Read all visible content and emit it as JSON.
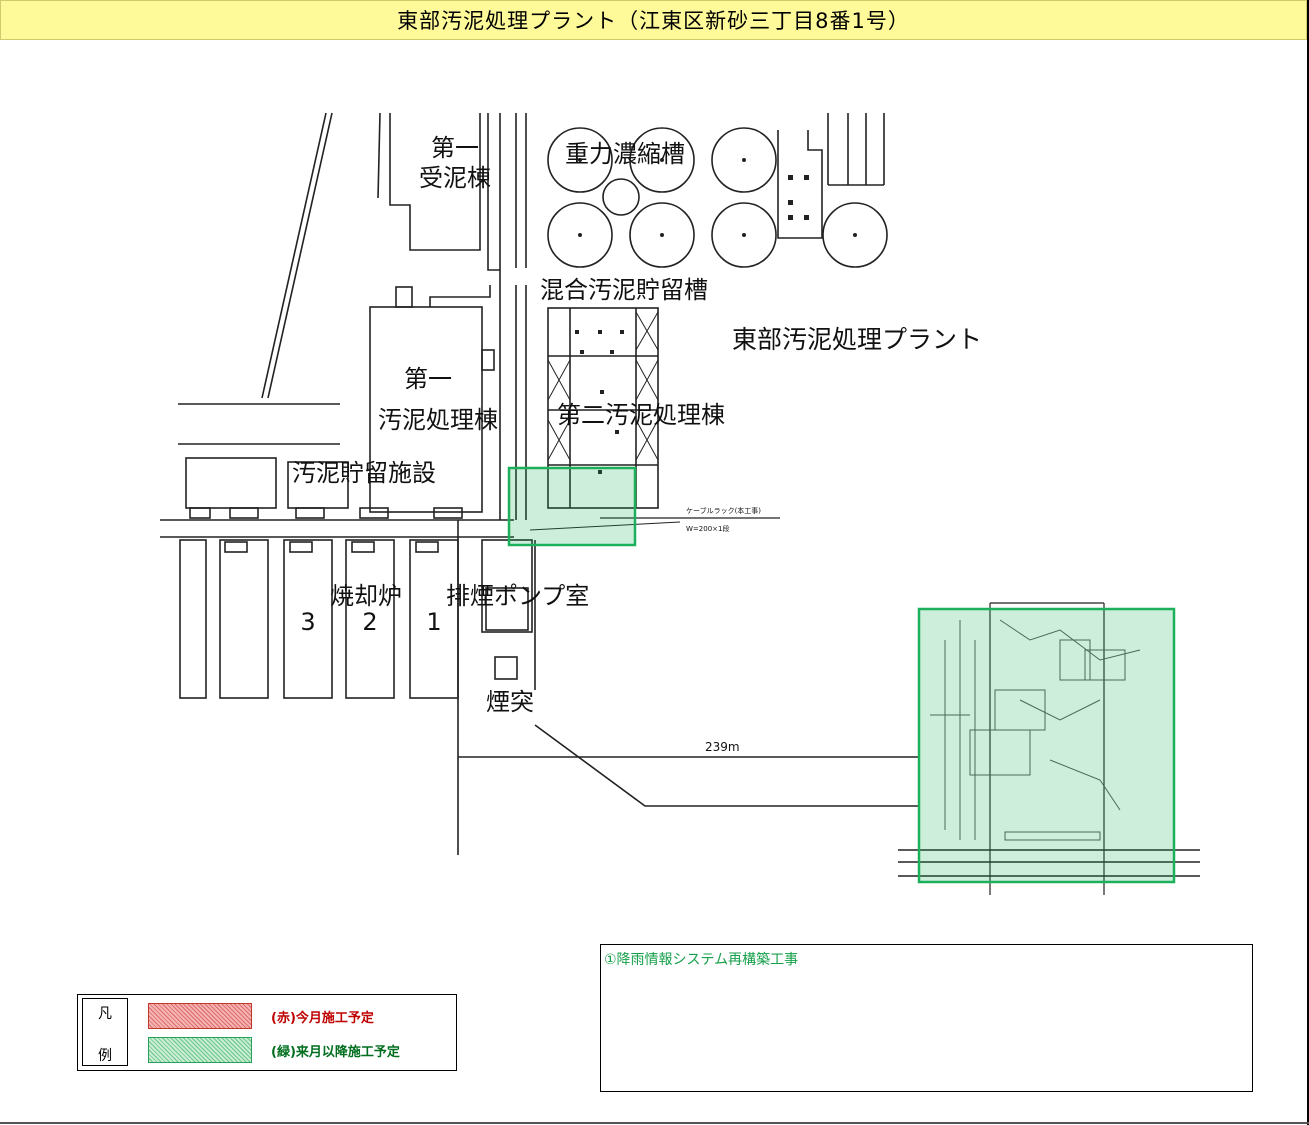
{
  "header": {
    "title": "東部汚泥処理プラント（江東区新砂三丁目8番1号）"
  },
  "map": {
    "labels": {
      "first_receiving_1": "第一",
      "first_receiving_2": "受泥棟",
      "gravity_tank": "重力濃縮槽",
      "mixed_sludge_tank": "混合汚泥貯留槽",
      "plant_name": "東部汚泥処理プラント",
      "first_sludge_1": "第一",
      "first_sludge_2": "汚泥処理棟",
      "second_sludge": "第二汚泥処理棟",
      "sludge_storage": "汚泥貯留施設",
      "incinerator": "焼却炉",
      "exhaust_pump": "排煙ポンプ室",
      "incinerator_3": "3",
      "incinerator_2": "2",
      "incinerator_1": "1",
      "chimney": "煙突",
      "cable_rack_1": "ケーブルラック(本工事)",
      "cable_rack_2": "W=200×1段",
      "distance": "239m"
    },
    "highlight_color": "#1db05a"
  },
  "legend": {
    "key_top": "凡",
    "key_bottom": "例",
    "red_label": "(赤)今月施工予定",
    "green_label": "(緑)来月以降施工予定",
    "colors": {
      "red": "#c00000",
      "green": "#006e1e"
    }
  },
  "notes": {
    "item_1": "①降雨情報システム再構築工事"
  }
}
